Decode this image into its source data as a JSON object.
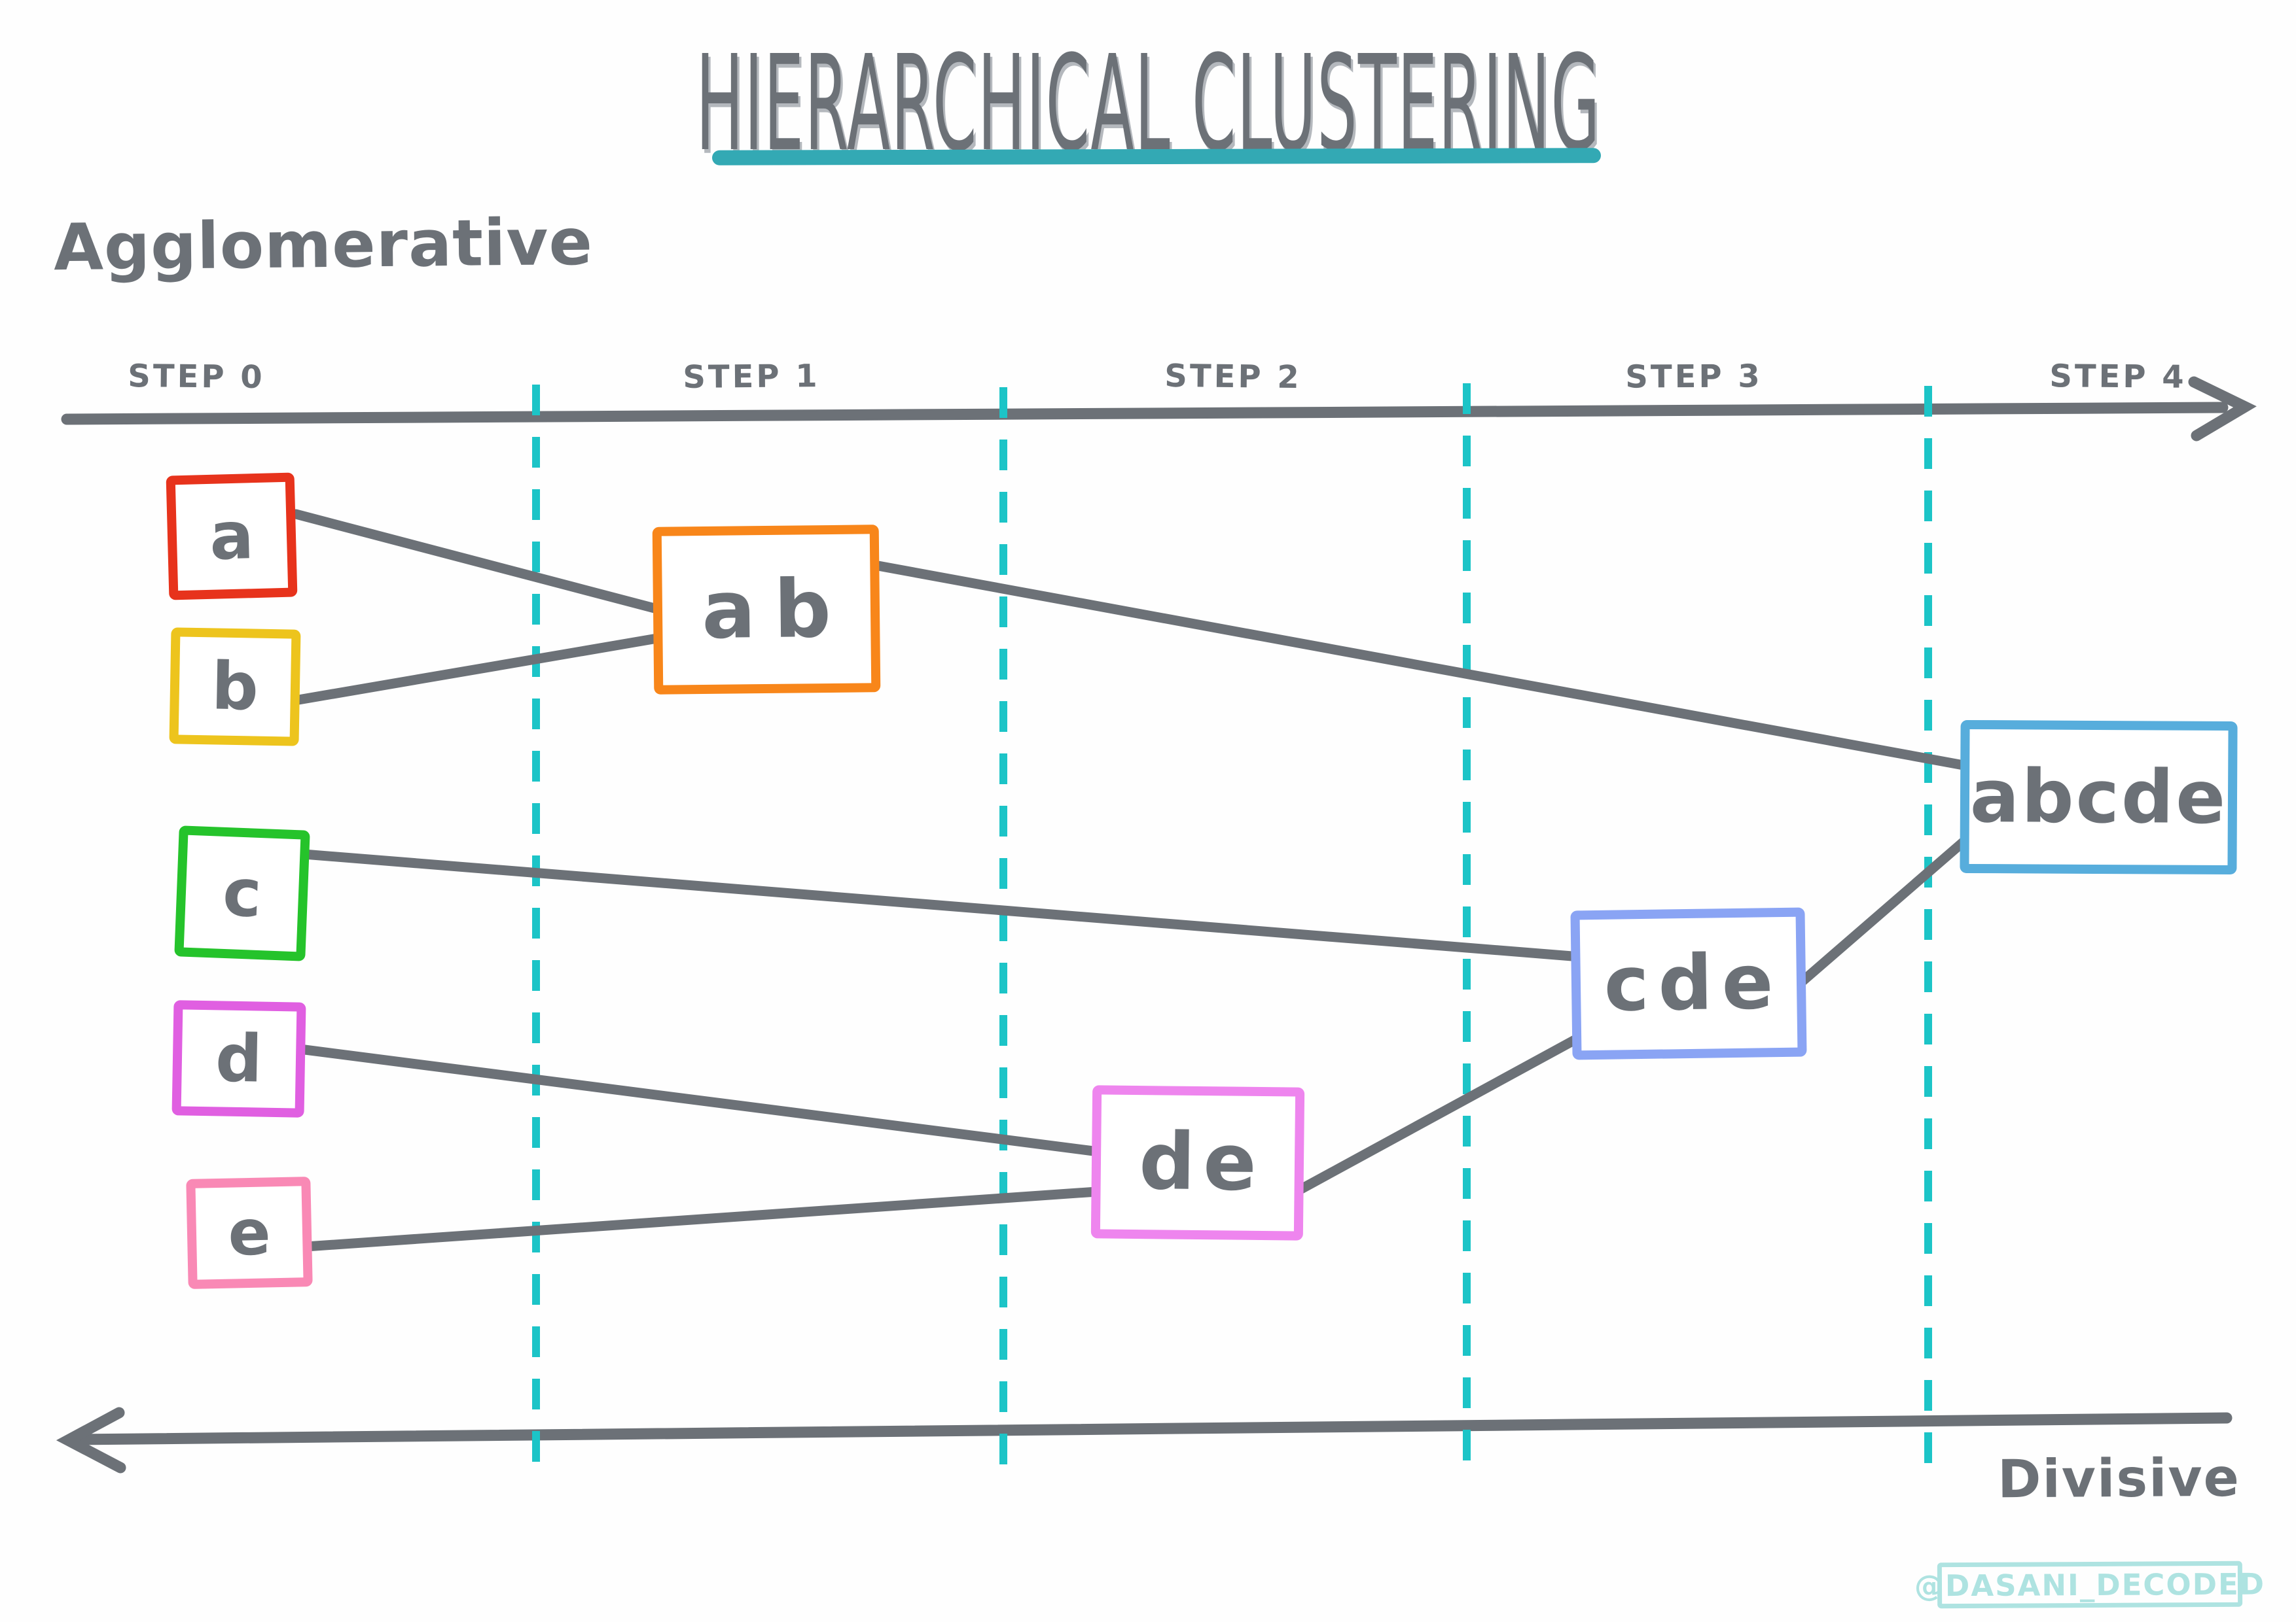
{
  "title": "HIERARCHICAL CLUSTERING",
  "labels": {
    "agglomerative": "Agglomerative",
    "divisive": "Divisive"
  },
  "timeline": {
    "steps": [
      "STEP 0",
      "STEP 1",
      "STEP 2",
      "STEP 3",
      "STEP 4"
    ],
    "top_arrow_direction": "right",
    "bottom_arrow_direction": "left"
  },
  "nodes": [
    {
      "id": "a",
      "label": "a",
      "border_color": "#e7331c"
    },
    {
      "id": "b",
      "label": "b",
      "border_color": "#edc41d"
    },
    {
      "id": "c",
      "label": "c",
      "border_color": "#25c32b"
    },
    {
      "id": "d",
      "label": "d",
      "border_color": "#e05fe1"
    },
    {
      "id": "e",
      "label": "e",
      "border_color": "#f989b5"
    },
    {
      "id": "ab",
      "label": "ab",
      "border_color": "#f8861a"
    },
    {
      "id": "de",
      "label": "de",
      "border_color": "#ee85ee"
    },
    {
      "id": "cde",
      "label": "cde",
      "border_color": "#8aa4f4"
    },
    {
      "id": "abcde",
      "label": "abcde",
      "border_color": "#57addc"
    }
  ],
  "edges": [
    {
      "from": "a",
      "to": "ab"
    },
    {
      "from": "b",
      "to": "ab"
    },
    {
      "from": "ab",
      "to": "abcde"
    },
    {
      "from": "c",
      "to": "cde"
    },
    {
      "from": "d",
      "to": "de"
    },
    {
      "from": "e",
      "to": "de"
    },
    {
      "from": "de",
      "to": "cde"
    },
    {
      "from": "cde",
      "to": "abcde"
    }
  ],
  "watermark": "@DASANI_DECODED",
  "colors": {
    "ink": "#6c7177",
    "dash-teal": "#1cc4c7",
    "underline-teal": "#33a9b4",
    "watermark-teal": "#aee3e1"
  }
}
